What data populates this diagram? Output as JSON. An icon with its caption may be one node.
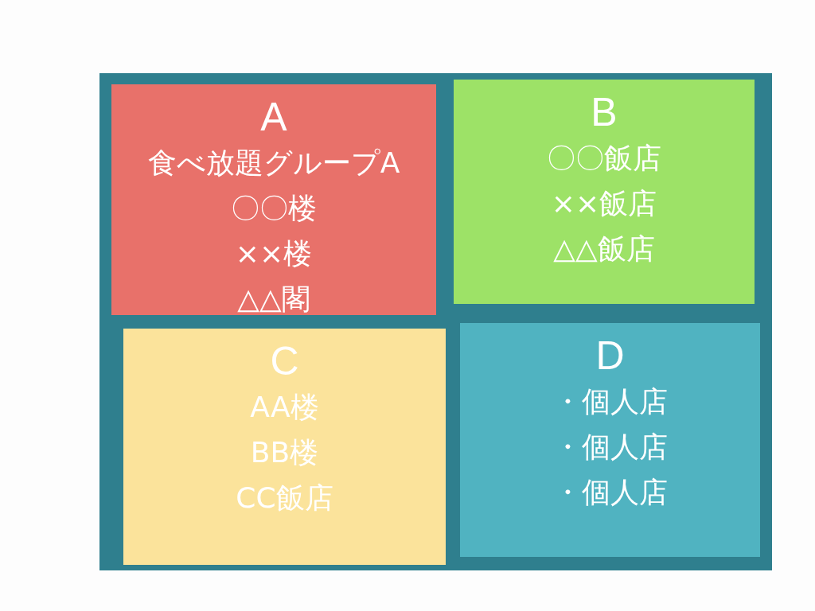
{
  "diagram": {
    "nodes": [
      {
        "text": [
          "A",
          "食べ放題グループA",
          "〇〇楼",
          "××楼",
          "△△閣"
        ]
      },
      {
        "text": [
          "B",
          "〇〇飯店",
          "××飯店",
          "△△飯店"
        ]
      },
      {
        "text": [
          "C",
          "AA楼",
          "BB楼",
          "CC飯店"
        ]
      },
      {
        "text": [
          "D",
          "・個人店",
          "・個人店",
          "・個人店"
        ]
      }
    ]
  }
}
